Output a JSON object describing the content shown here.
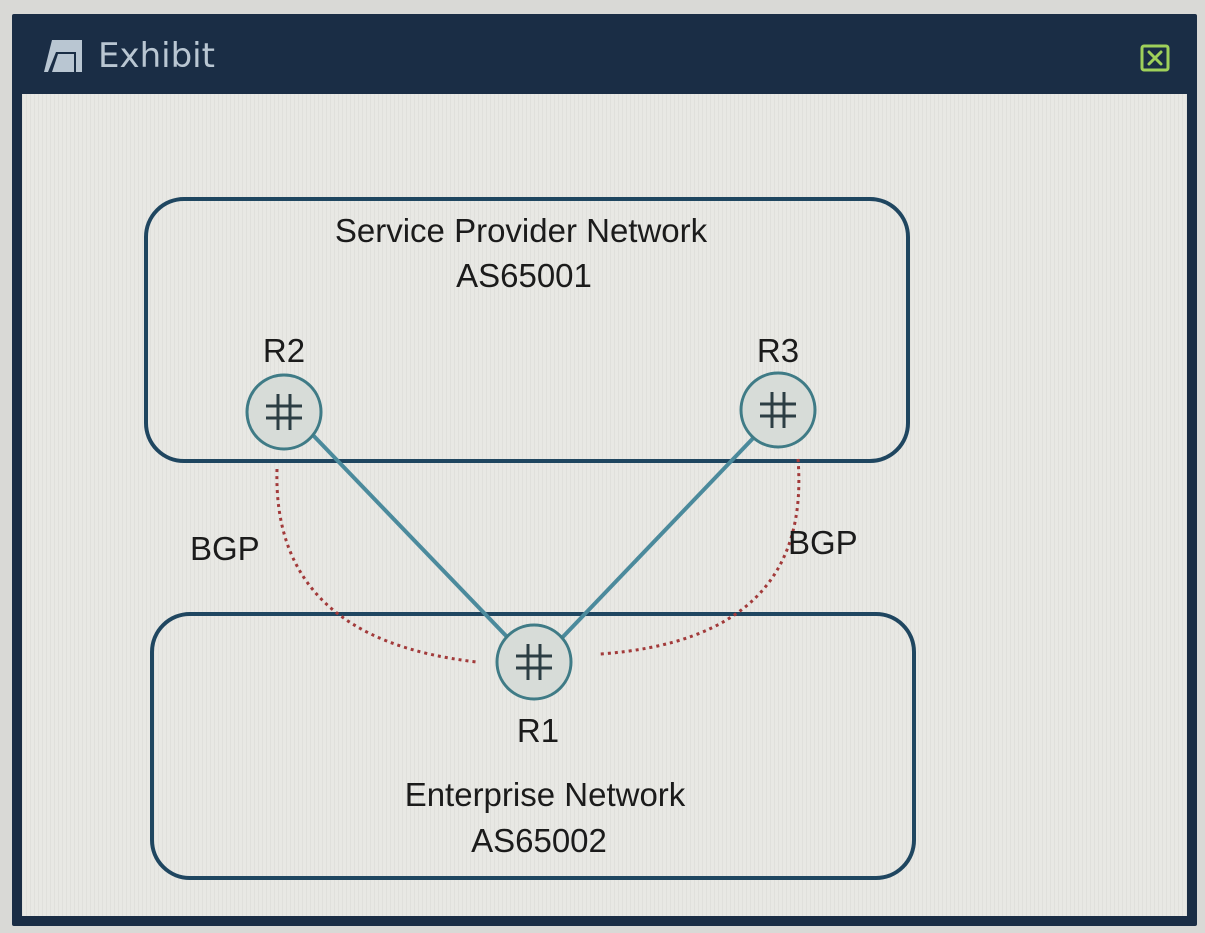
{
  "window": {
    "title": "Exhibit",
    "title_icon": "exhibit-icon",
    "close_icon": "close-icon"
  },
  "diagram": {
    "provider_network": {
      "name": "Service Provider Network",
      "asn": "AS65001"
    },
    "enterprise_network": {
      "name": "Enterprise Network",
      "asn": "AS65002"
    },
    "routers": {
      "r1": "R1",
      "r2": "R2",
      "r3": "R3"
    },
    "sessions": {
      "left": "BGP",
      "right": "BGP"
    }
  },
  "colors": {
    "window_frame": "#1a2d45",
    "link": "#4b8a9c",
    "bgp_session": "#a23a3a",
    "network_border": "#1f4660"
  }
}
